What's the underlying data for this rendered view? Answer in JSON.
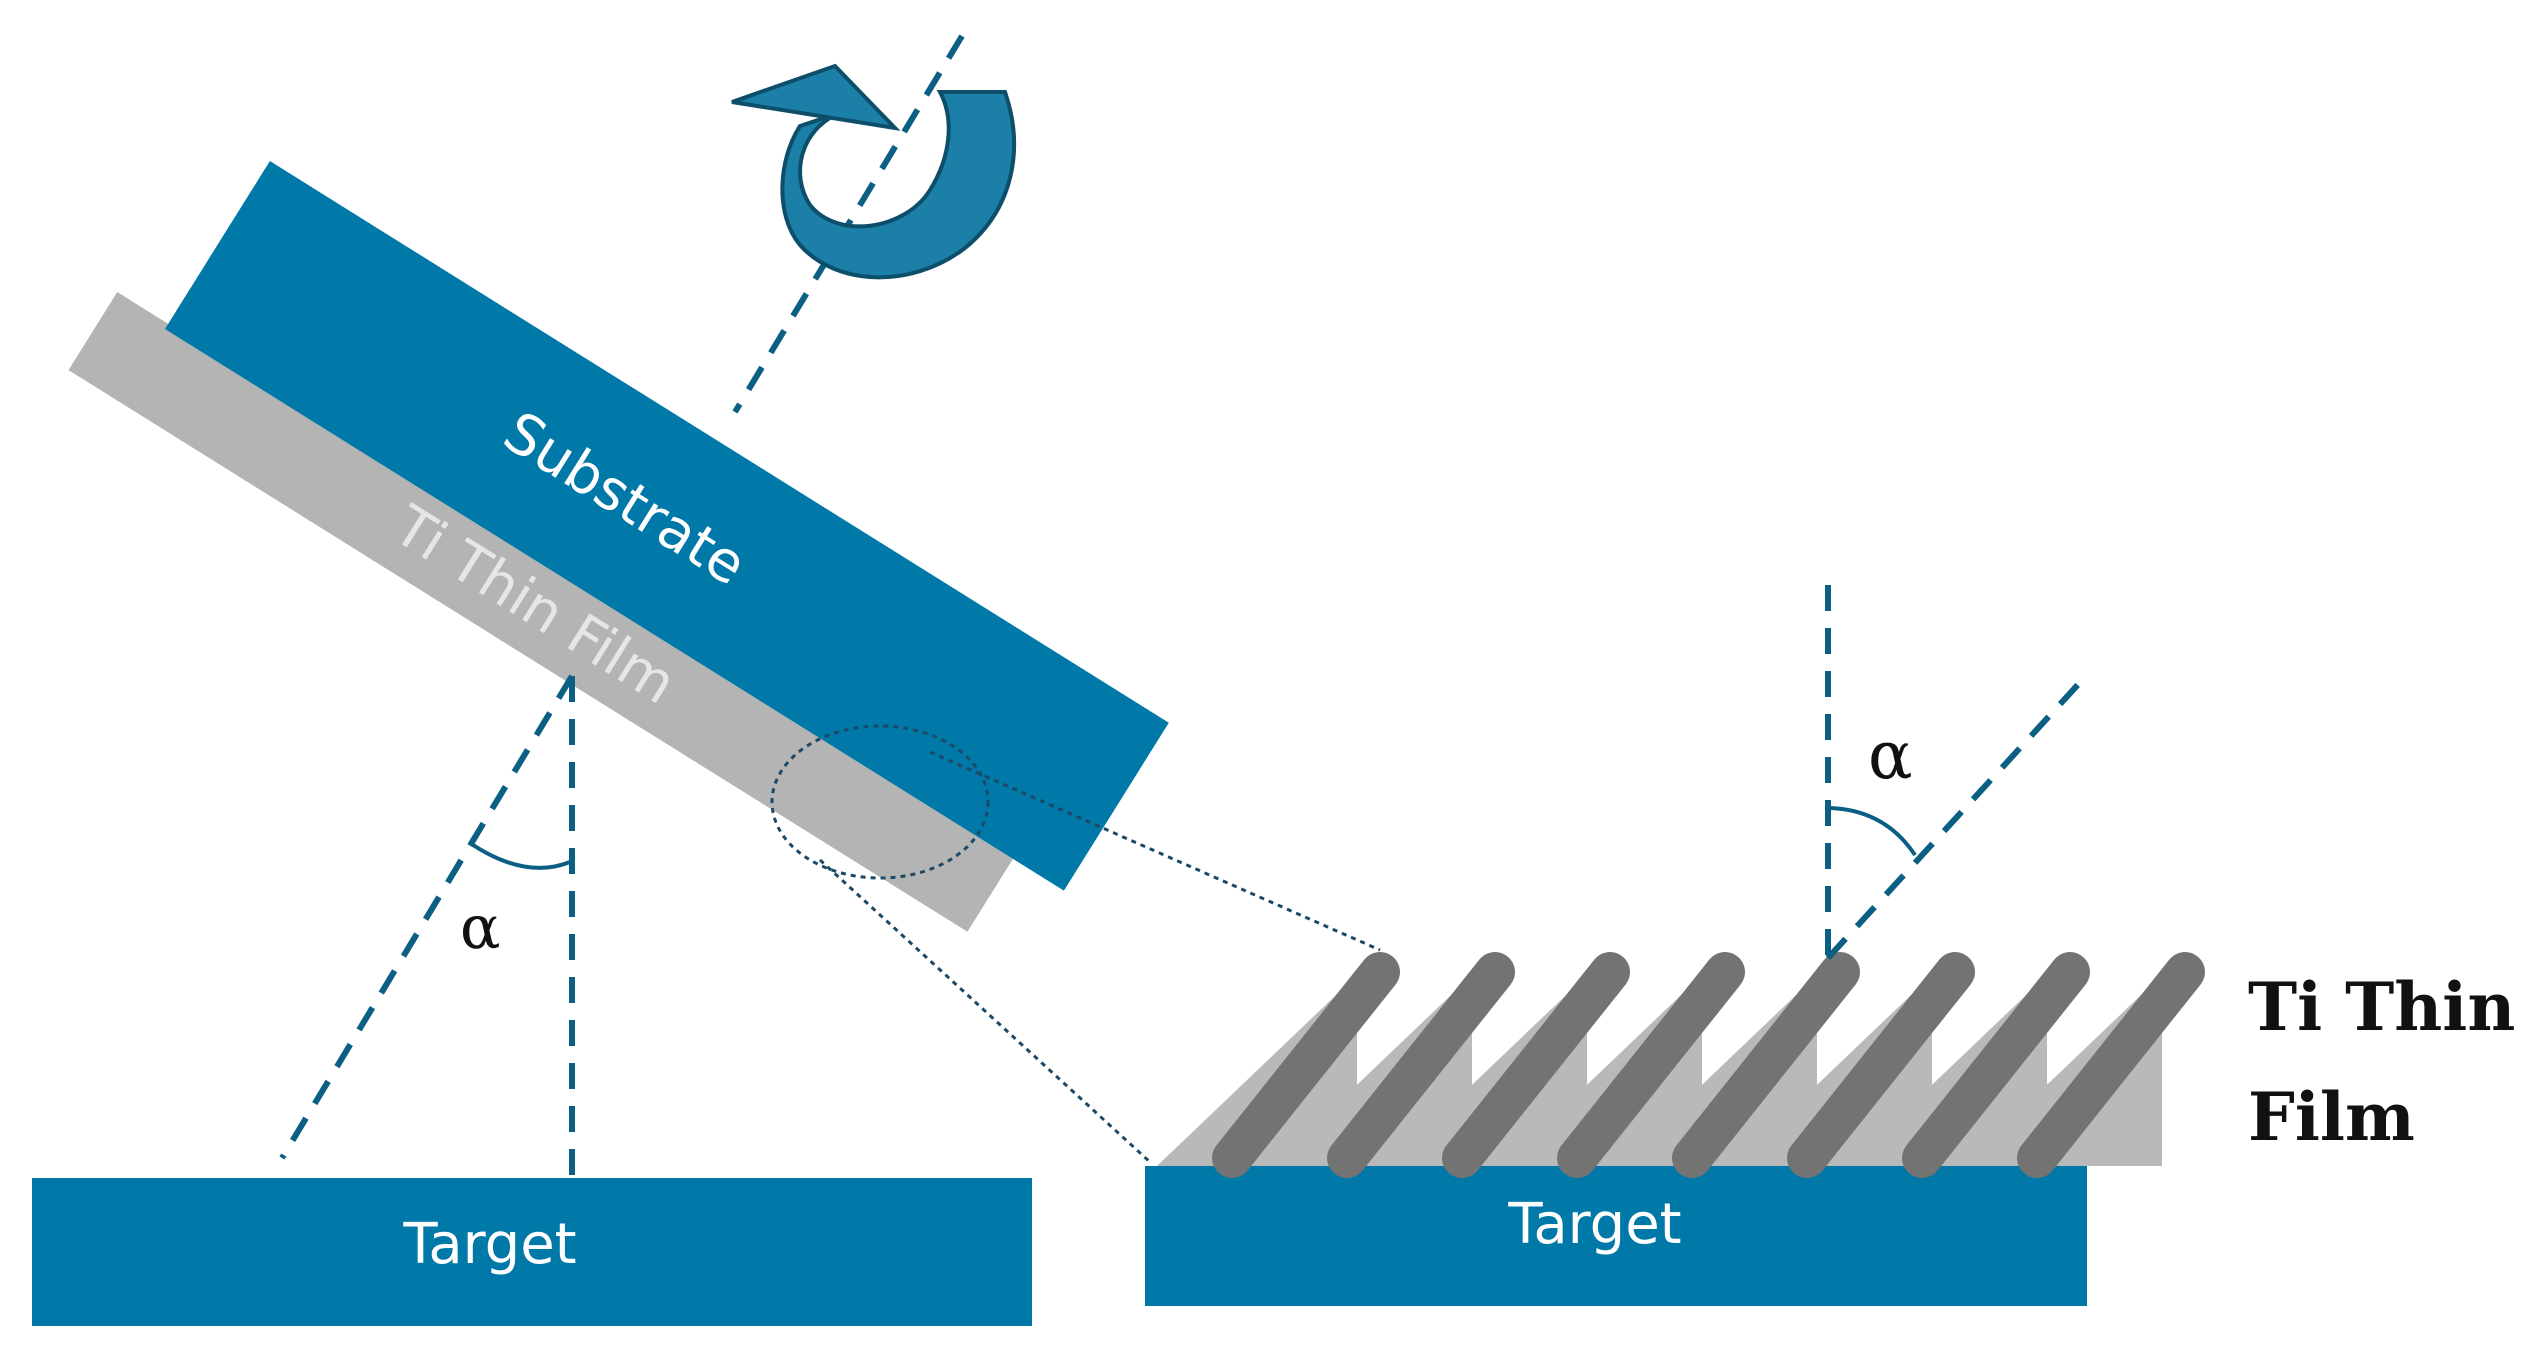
{
  "labels": {
    "substrate": "Substrate",
    "film_on_substrate": "Ti Thin Film",
    "target_left": "Target",
    "target_right": "Target",
    "angle_left": "α",
    "angle_right": "α",
    "film_label_line1": "Ti Thin",
    "film_label_line2": "Film"
  },
  "colors": {
    "blue": "#0078a8",
    "film_gray": "#b4b4b4",
    "column_dark": "#737373",
    "column_light": "#b9b9b9",
    "dashed_line": "#0b5f82"
  },
  "icons": {
    "rotation": "rotation-arrow-icon"
  },
  "nanocolumn_count": 8
}
